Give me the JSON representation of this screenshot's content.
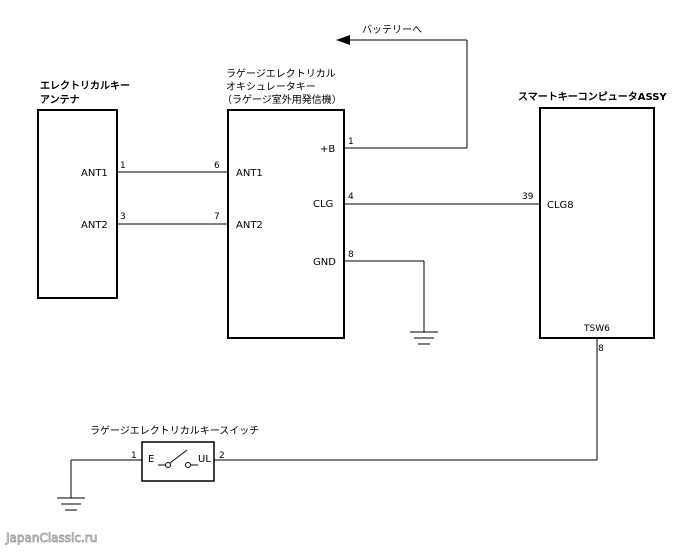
{
  "battery_note": "バッテリーへ",
  "components": {
    "antenna": {
      "title_line1": "エレクトリカルキー",
      "title_line2": "アンテナ",
      "pins": [
        "ANT1",
        "ANT2"
      ],
      "pin_numbers": [
        "1",
        "3"
      ]
    },
    "oscillator": {
      "title_line1": "ラゲージエレクトリカル",
      "title_line2": "オキシュレータキー",
      "title_line3": "（ラゲージ室外用発信機）",
      "left_pins": [
        "ANT1",
        "ANT2"
      ],
      "left_pin_numbers": [
        "6",
        "7"
      ],
      "right_pins": [
        "+B",
        "CLG",
        "GND"
      ],
      "right_pin_numbers": [
        "1",
        "4",
        "8"
      ]
    },
    "smart_key_computer": {
      "title": "スマートキーコンピュータASSY",
      "clg_pin": "CLG8",
      "clg_pin_number": "39",
      "tsw_pin": "TSW6",
      "tsw_pin_number": "8"
    },
    "switch": {
      "title": "ラゲージエレクトリカルキースイッチ",
      "left_label": "E",
      "right_label": "UL",
      "left_pin_number": "1",
      "right_pin_number": "2"
    }
  },
  "watermark": "JapanClassic.ru"
}
